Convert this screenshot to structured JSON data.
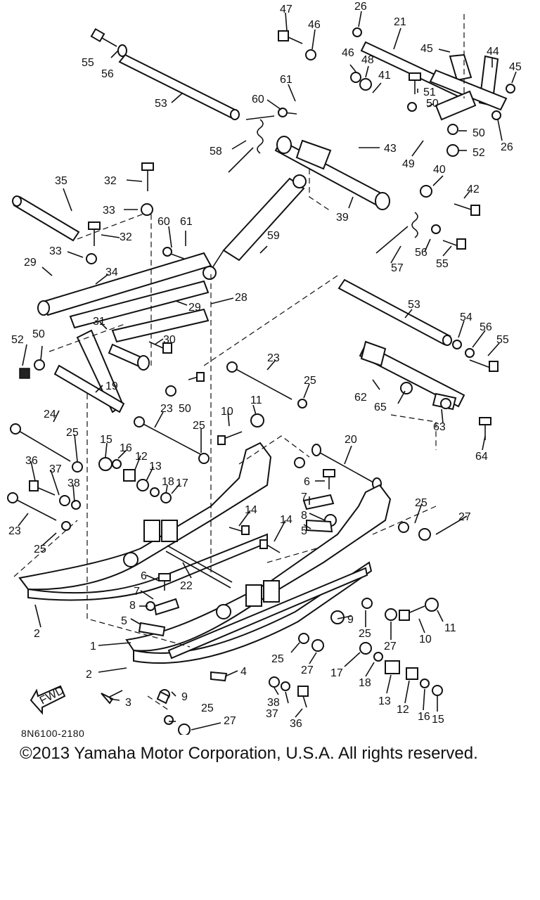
{
  "diagram": {
    "callouts": [
      "1",
      "2",
      "3",
      "4",
      "5",
      "6",
      "7",
      "8",
      "9",
      "10",
      "11",
      "12",
      "13",
      "14",
      "15",
      "16",
      "17",
      "18",
      "19",
      "20",
      "21",
      "22",
      "23",
      "24",
      "25",
      "26",
      "27",
      "28",
      "29",
      "30",
      "31",
      "32",
      "33",
      "34",
      "35",
      "36",
      "37",
      "38",
      "39",
      "40",
      "41",
      "42",
      "43",
      "44",
      "45",
      "46",
      "47",
      "48",
      "49",
      "50",
      "51",
      "52",
      "53",
      "54",
      "55",
      "56",
      "57",
      "58",
      "59",
      "60",
      "61",
      "62",
      "63",
      "64",
      "65"
    ],
    "fwd_label": "FWD",
    "drawing_code": "8N6100-2180"
  },
  "footer": {
    "copyright": "©2013 Yamaha Motor Corporation, U.S.A. All rights reserved."
  }
}
